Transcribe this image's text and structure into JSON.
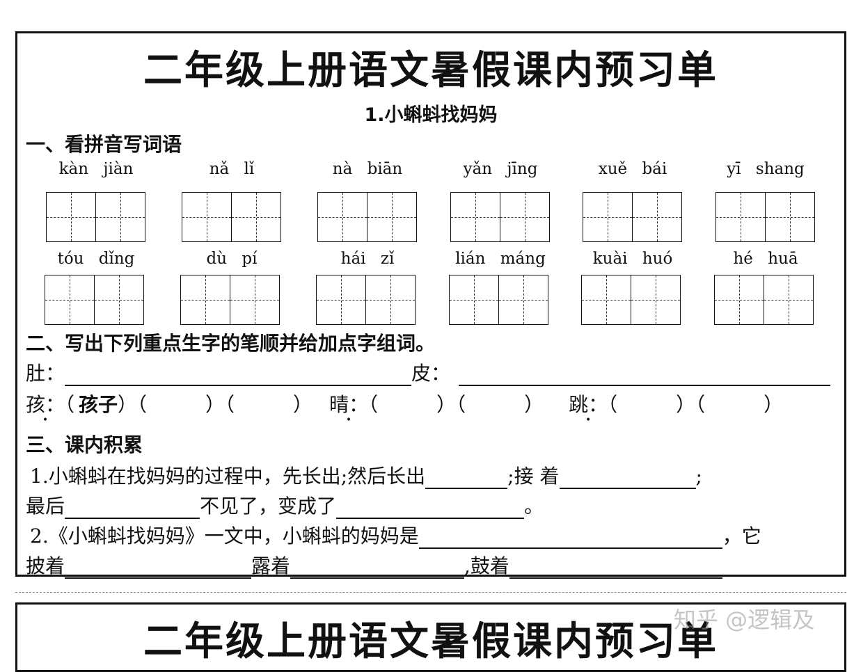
{
  "main_title": "二年级上册语文暑假课内预习单",
  "lesson_title": "1.小蝌蚪找妈妈",
  "section1": {
    "heading": "一、看拼音写词语",
    "row1": [
      "kàn jiàn",
      "nǎ lǐ",
      "nà biān",
      "yǎn jīng",
      "xuě bái",
      "yī shang"
    ],
    "row2": [
      "tóu dǐng",
      "dù pí",
      "hái zǐ",
      "lián máng",
      "kuài huó",
      "hé huā"
    ]
  },
  "section2": {
    "heading": "二、写出下列重点生字的笔顺并给加点字组词。",
    "du": "肚：",
    "pi": "皮：",
    "hai": "孩：",
    "hai_open": "（",
    "hai_example": "孩子",
    "hai_rest": "）（　　　）（　　　）",
    "qing": "晴：",
    "qing_rest": "（　　　）（　　　）",
    "tiao": "跳：",
    "tiao_rest": "（　　　）（　　　）"
  },
  "section3": {
    "heading": "三、课内积累",
    "q1_a": "1.小蝌蚪在找妈妈的过程中，先长出;然后长出",
    "q1_b": ";接 着",
    "q1_c": ";",
    "q1_d": "最后",
    "q1_e": "不见了，变成了",
    "q1_f": "。",
    "q2_a": "2.《小蝌蚪找妈妈》一文中，小蝌蚪的妈妈是",
    "q2_b": "，它",
    "q2_c": "披着",
    "q2_d": "露着",
    "q2_e": ",鼓着"
  },
  "second_sheet_title": "二年级上册语文暑假课内预习单",
  "watermark": "知乎 @逻辑及"
}
